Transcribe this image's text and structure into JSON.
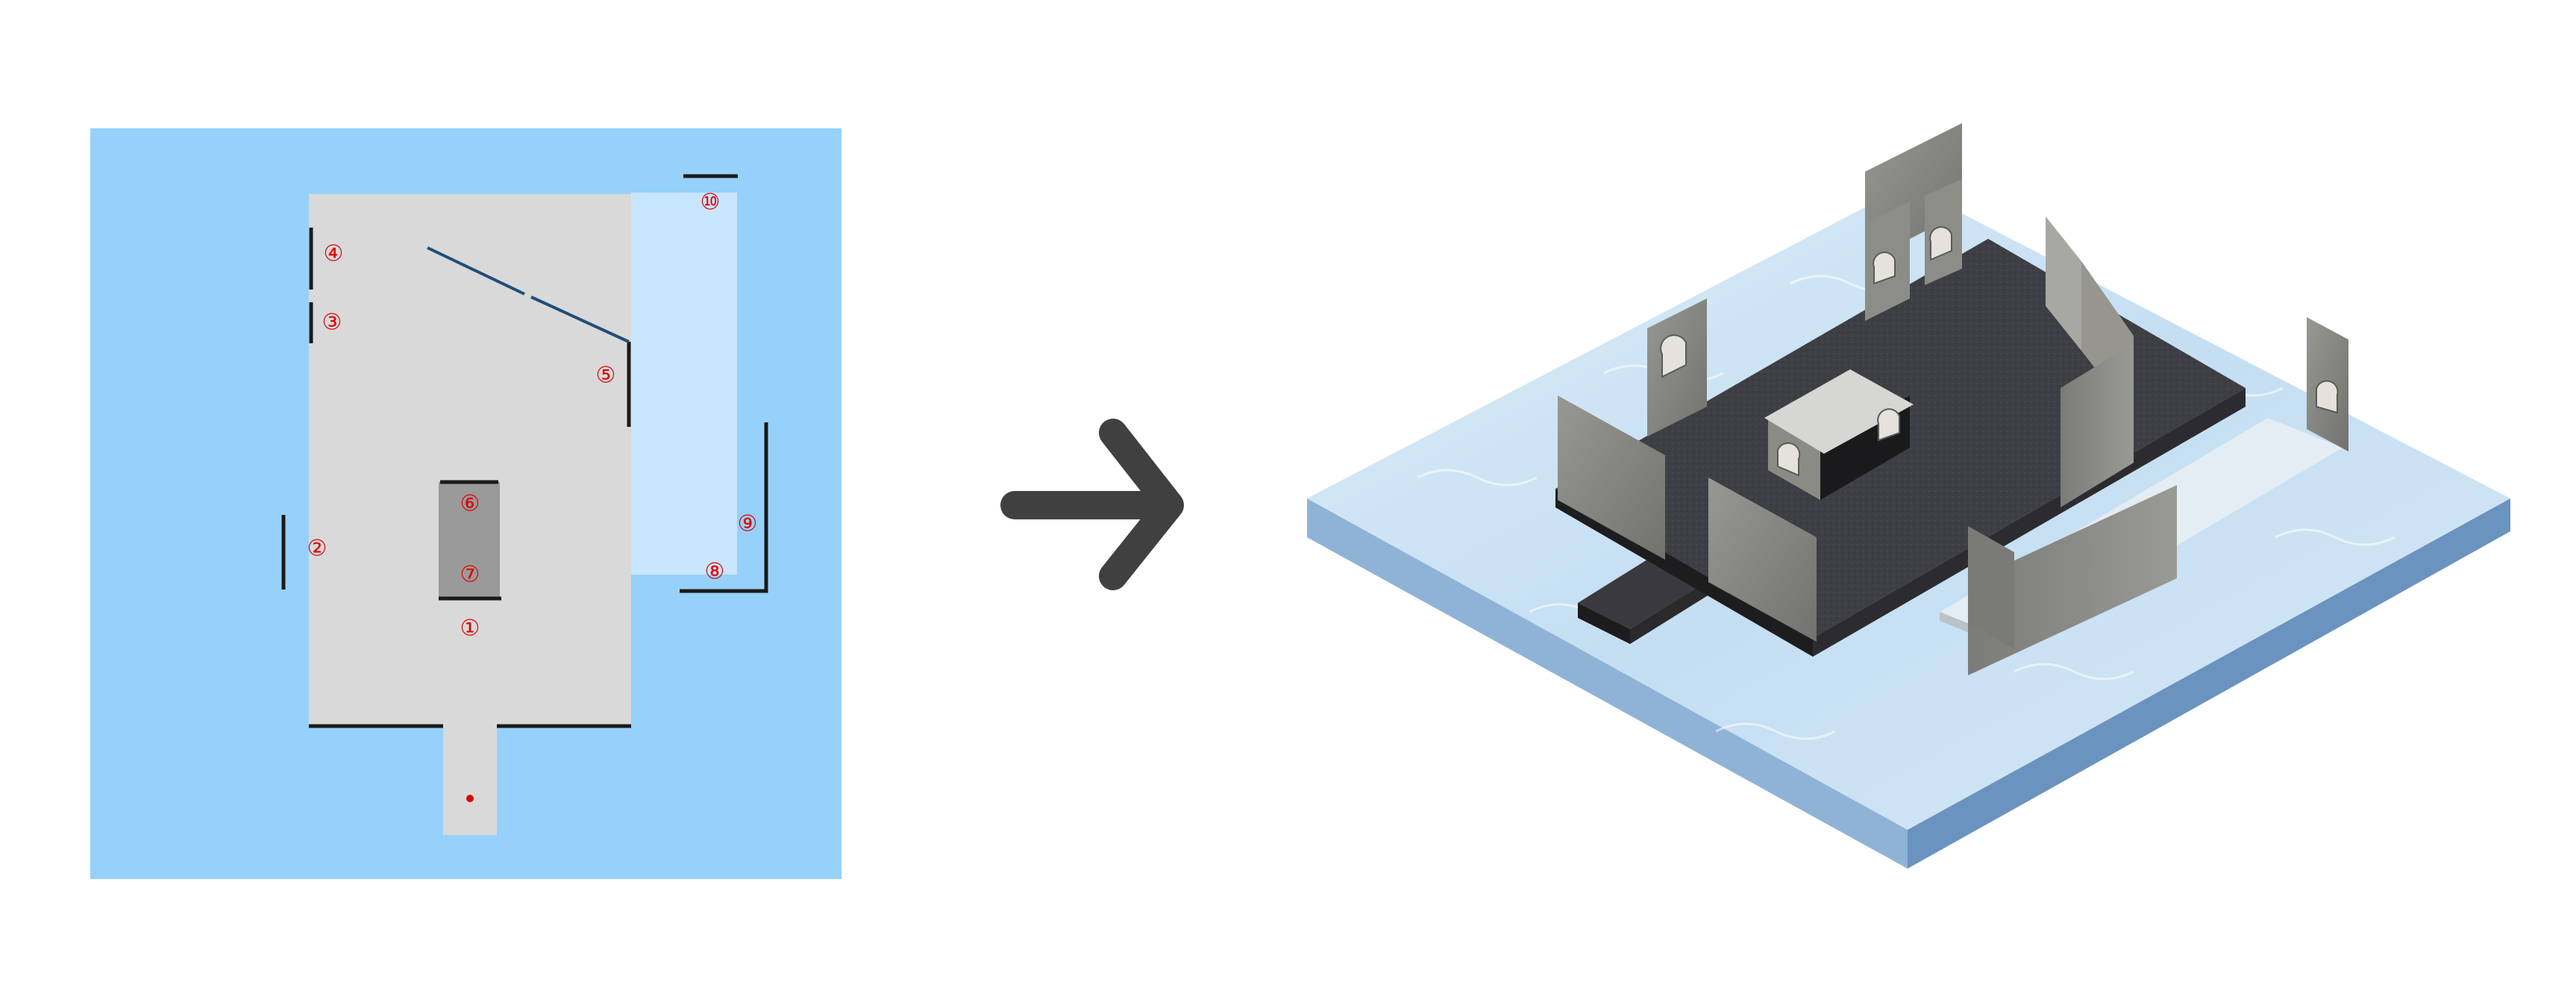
{
  "floor_plan": {
    "markers": [
      {
        "id": "1",
        "label": "①"
      },
      {
        "id": "2",
        "label": "②"
      },
      {
        "id": "3",
        "label": "③"
      },
      {
        "id": "4",
        "label": "④"
      },
      {
        "id": "5",
        "label": "⑤"
      },
      {
        "id": "6",
        "label": "⑥"
      },
      {
        "id": "7",
        "label": "⑦"
      },
      {
        "id": "8",
        "label": "⑧"
      },
      {
        "id": "9",
        "label": "⑨"
      },
      {
        "id": "10",
        "label": "⑩"
      }
    ],
    "colors": {
      "water": "#96d1fb",
      "floor": "#d9d9d9",
      "terrace": "#c8e6fd",
      "block": "#9a9a9a",
      "wall": "#1a1a1a",
      "mirror": "#1f4e79",
      "marker": "#e00000"
    }
  },
  "arrow": {
    "icon": "arrow-right-icon",
    "color": "#404040"
  },
  "render": {
    "colors": {
      "water_top": "#c9e4f6",
      "water_side_left": "#8fb3d6",
      "water_side_right": "#6b93bf",
      "floor_top": "#3e3f45",
      "floor_side": "#1d1d20",
      "wall_face": "#8a8a86",
      "wall_face_dark": "#6f6f6c",
      "roof": "#d6d6d2"
    }
  }
}
